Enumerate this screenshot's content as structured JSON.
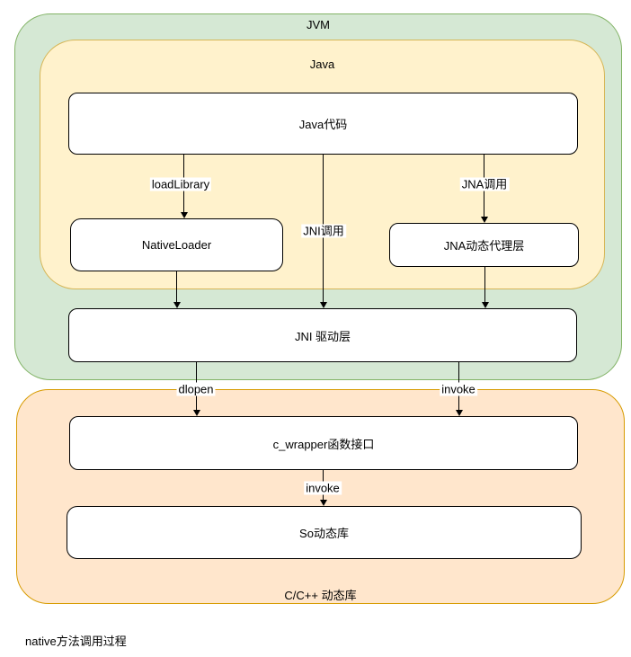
{
  "diagram": {
    "containers": {
      "jvm": {
        "label": "JVM",
        "fill": "#d5e8d4",
        "stroke": "#82b366"
      },
      "java": {
        "label": "Java",
        "fill": "#fff2cc",
        "stroke": "#d6b656"
      },
      "cpp": {
        "label": "C/C++ 动态库",
        "fill": "#ffe6cc",
        "stroke": "#d79b00"
      }
    },
    "nodes": {
      "java_code": {
        "label": "Java代码"
      },
      "native_loader": {
        "label": "NativeLoader"
      },
      "jna_proxy": {
        "label": "JNA动态代理层"
      },
      "jni_driver": {
        "label": "JNI 驱动层"
      },
      "c_wrapper": {
        "label": "c_wrapper函数接口"
      },
      "so_lib": {
        "label": "So动态库"
      }
    },
    "edges": {
      "load_library": {
        "label": "loadLibrary"
      },
      "jni_call": {
        "label": "JNI调用"
      },
      "jna_call": {
        "label": "JNA调用"
      },
      "dlopen": {
        "label": "dlopen"
      },
      "invoke_upper": {
        "label": "invoke"
      },
      "invoke_lower": {
        "label": "invoke"
      }
    },
    "caption": "native方法调用过程",
    "node_fill": "#ffffff",
    "line_color": "#000000"
  }
}
